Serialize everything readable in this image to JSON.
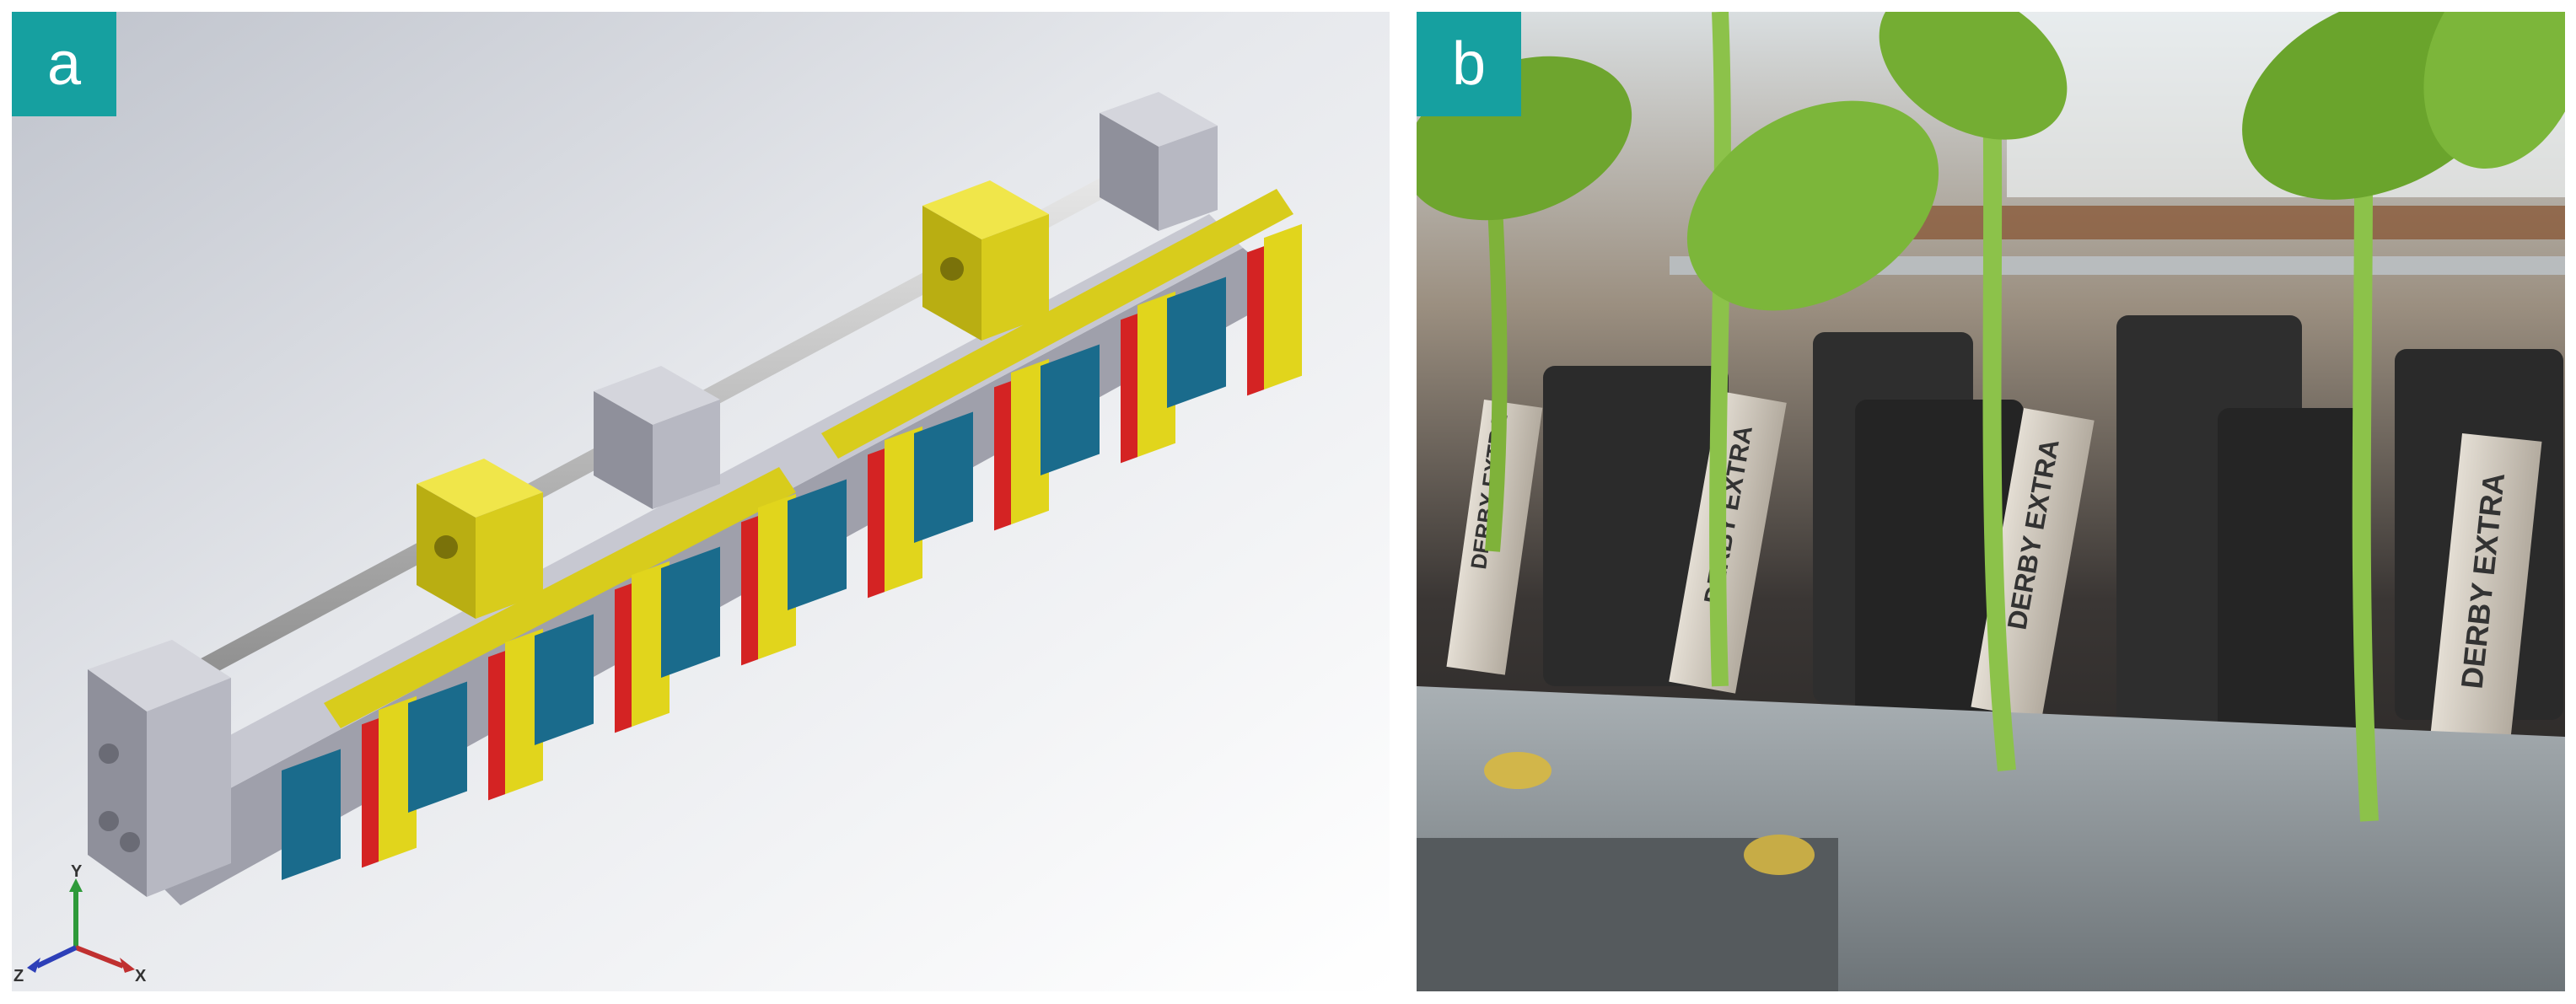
{
  "panels": [
    {
      "id": "a",
      "label": "a"
    },
    {
      "id": "b",
      "label": "b"
    }
  ],
  "axis_triad": {
    "x": "X",
    "y": "Y",
    "z": "Z"
  },
  "blade_brand": "DERBY EXTRA",
  "colors": {
    "badge": "#16a0a0",
    "bracket_yellow": "#e1d51c",
    "blade_red": "#d42323",
    "block_blue": "#1a6b8c",
    "frame_grey": "#b8b9c3",
    "rod_grey": "#c8c8c8",
    "holder_black": "#2b2b2b",
    "blade_steel": "#c9c2b6",
    "leaf_green": "#7fb23a"
  }
}
